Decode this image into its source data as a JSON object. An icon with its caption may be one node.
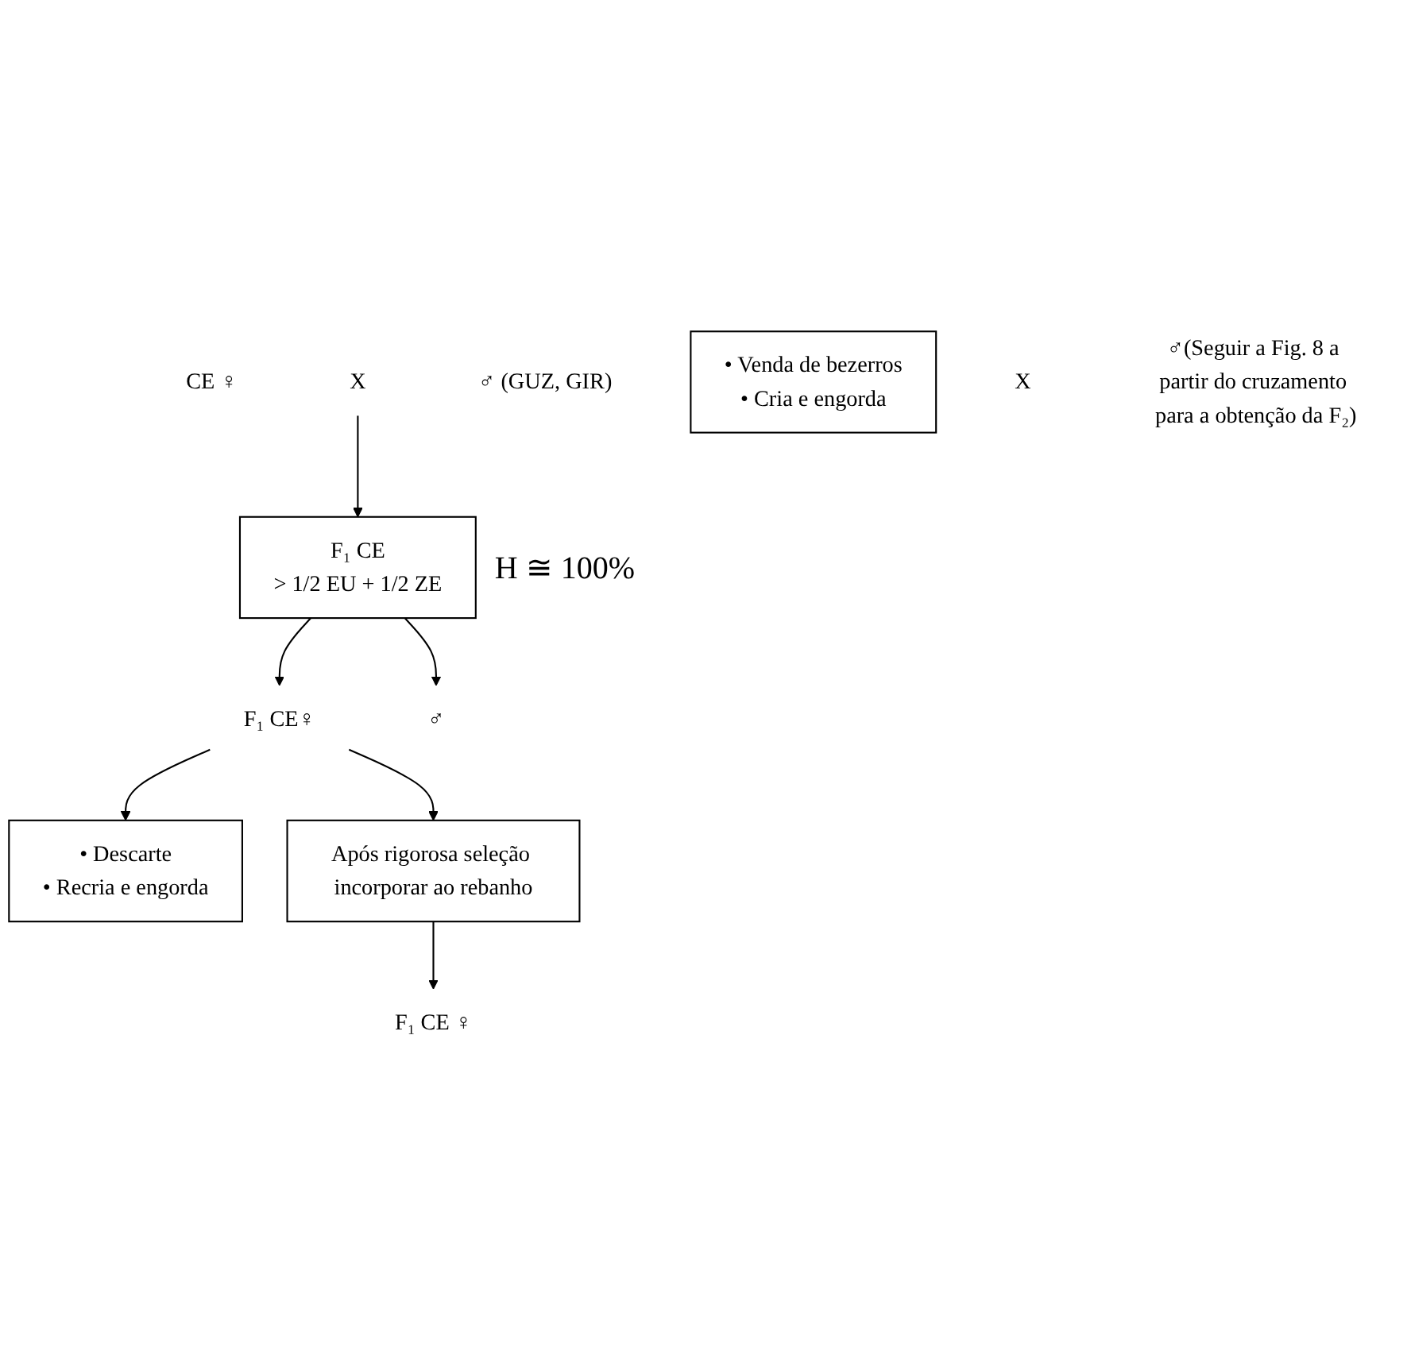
{
  "diagram": {
    "nodes": [
      {
        "text": [
          "CE ♀"
        ]
      },
      {
        "text": [
          "X"
        ]
      },
      {
        "text": [
          "♂ (GUZ, GIR)"
        ]
      },
      {
        "text": [
          "F₁ CE",
          "> 1/2 EU + 1/2 ZE"
        ],
        "beside": [
          "H ≅ 100%"
        ]
      },
      {
        "text": [
          "F₁ CE♀"
        ]
      },
      {
        "text": [
          "♂"
        ]
      },
      {
        "text": [
          "• Venda de bezerros",
          "• Cria e engorda"
        ]
      },
      {
        "text": [
          "• Descarte",
          "• Recria e engorda"
        ]
      },
      {
        "text": [
          "Após rigorosa seleção incorporar ao rebanho"
        ]
      },
      {
        "text": [
          "F₁ CE ♀"
        ]
      },
      {
        "text": [
          "X"
        ]
      },
      {
        "text": [
          "♂(Seguir a Fig. 8 a partir do cruzamento para a obtenção da F₂)"
        ]
      }
    ],
    "edges": [
      {
        "from": 1,
        "to": 3,
        "arrow": "to"
      },
      {
        "from": 3,
        "to": 4,
        "arrow": "to"
      },
      {
        "from": 3,
        "to": 5,
        "arrow": "to"
      },
      {
        "from": 4,
        "to": 7,
        "arrow": "to"
      },
      {
        "from": 4,
        "to": 8,
        "arrow": "to"
      },
      {
        "from": 8,
        "to": 9,
        "arrow": "to"
      }
    ]
  }
}
